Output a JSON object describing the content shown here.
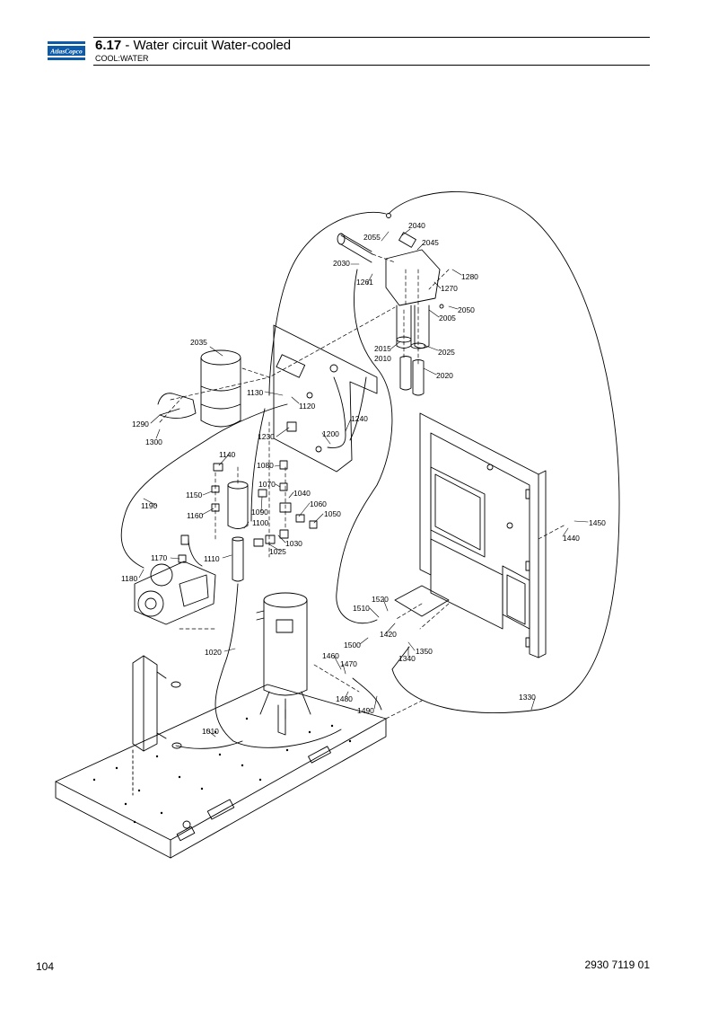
{
  "header": {
    "logo_text": "AtlasCopco",
    "section_number": "6.17",
    "section_separator": " - ",
    "section_title": "Water circuit Water-cooled",
    "subtitle": "COOL:WATER",
    "brand_color": "#0c5aa8"
  },
  "diagram": {
    "callouts": [
      {
        "id": "c2040",
        "text": "2040"
      },
      {
        "id": "c2055",
        "text": "2055"
      },
      {
        "id": "c2045",
        "text": "2045"
      },
      {
        "id": "c2030",
        "text": "2030"
      },
      {
        "id": "c1280",
        "text": "1280"
      },
      {
        "id": "c1261",
        "text": "1261"
      },
      {
        "id": "c1270",
        "text": "1270"
      },
      {
        "id": "c2050",
        "text": "2050"
      },
      {
        "id": "c2005",
        "text": "2005"
      },
      {
        "id": "c2035",
        "text": "2035"
      },
      {
        "id": "c2015",
        "text": "2015"
      },
      {
        "id": "c2010",
        "text": "2010"
      },
      {
        "id": "c2025",
        "text": "2025"
      },
      {
        "id": "c2020",
        "text": "2020"
      },
      {
        "id": "c1130",
        "text": "1130"
      },
      {
        "id": "c1120",
        "text": "1120"
      },
      {
        "id": "c1290",
        "text": "1290"
      },
      {
        "id": "c1240",
        "text": "1240"
      },
      {
        "id": "c1300",
        "text": "1300"
      },
      {
        "id": "c1230",
        "text": "1230"
      },
      {
        "id": "c1200",
        "text": "1200"
      },
      {
        "id": "c1140",
        "text": "1140"
      },
      {
        "id": "c1080",
        "text": "1080"
      },
      {
        "id": "c1070",
        "text": "1070"
      },
      {
        "id": "c1040",
        "text": "1040"
      },
      {
        "id": "c1150",
        "text": "1150"
      },
      {
        "id": "c1190",
        "text": "1190"
      },
      {
        "id": "c1090",
        "text": "1090"
      },
      {
        "id": "c1060",
        "text": "1060"
      },
      {
        "id": "c1160",
        "text": "1160"
      },
      {
        "id": "c1100",
        "text": "1100"
      },
      {
        "id": "c1050",
        "text": "1050"
      },
      {
        "id": "c1450",
        "text": "1450"
      },
      {
        "id": "c1030",
        "text": "1030"
      },
      {
        "id": "c1440",
        "text": "1440"
      },
      {
        "id": "c1025",
        "text": "1025"
      },
      {
        "id": "c1170",
        "text": "1170"
      },
      {
        "id": "c1110",
        "text": "1110"
      },
      {
        "id": "c1180",
        "text": "1180"
      },
      {
        "id": "c1520",
        "text": "1520"
      },
      {
        "id": "c1510",
        "text": "1510"
      },
      {
        "id": "c1420",
        "text": "1420"
      },
      {
        "id": "c1500",
        "text": "1500"
      },
      {
        "id": "c1020",
        "text": "1020"
      },
      {
        "id": "c1350",
        "text": "1350"
      },
      {
        "id": "c1460",
        "text": "1460"
      },
      {
        "id": "c1340",
        "text": "1340"
      },
      {
        "id": "c1470",
        "text": "1470"
      },
      {
        "id": "c1330",
        "text": "1330"
      },
      {
        "id": "c1480",
        "text": "1480"
      },
      {
        "id": "c1490",
        "text": "1490"
      },
      {
        "id": "c1010",
        "text": "1010"
      }
    ]
  },
  "footer": {
    "page_number": "104",
    "document_number": "2930 7119 01"
  }
}
